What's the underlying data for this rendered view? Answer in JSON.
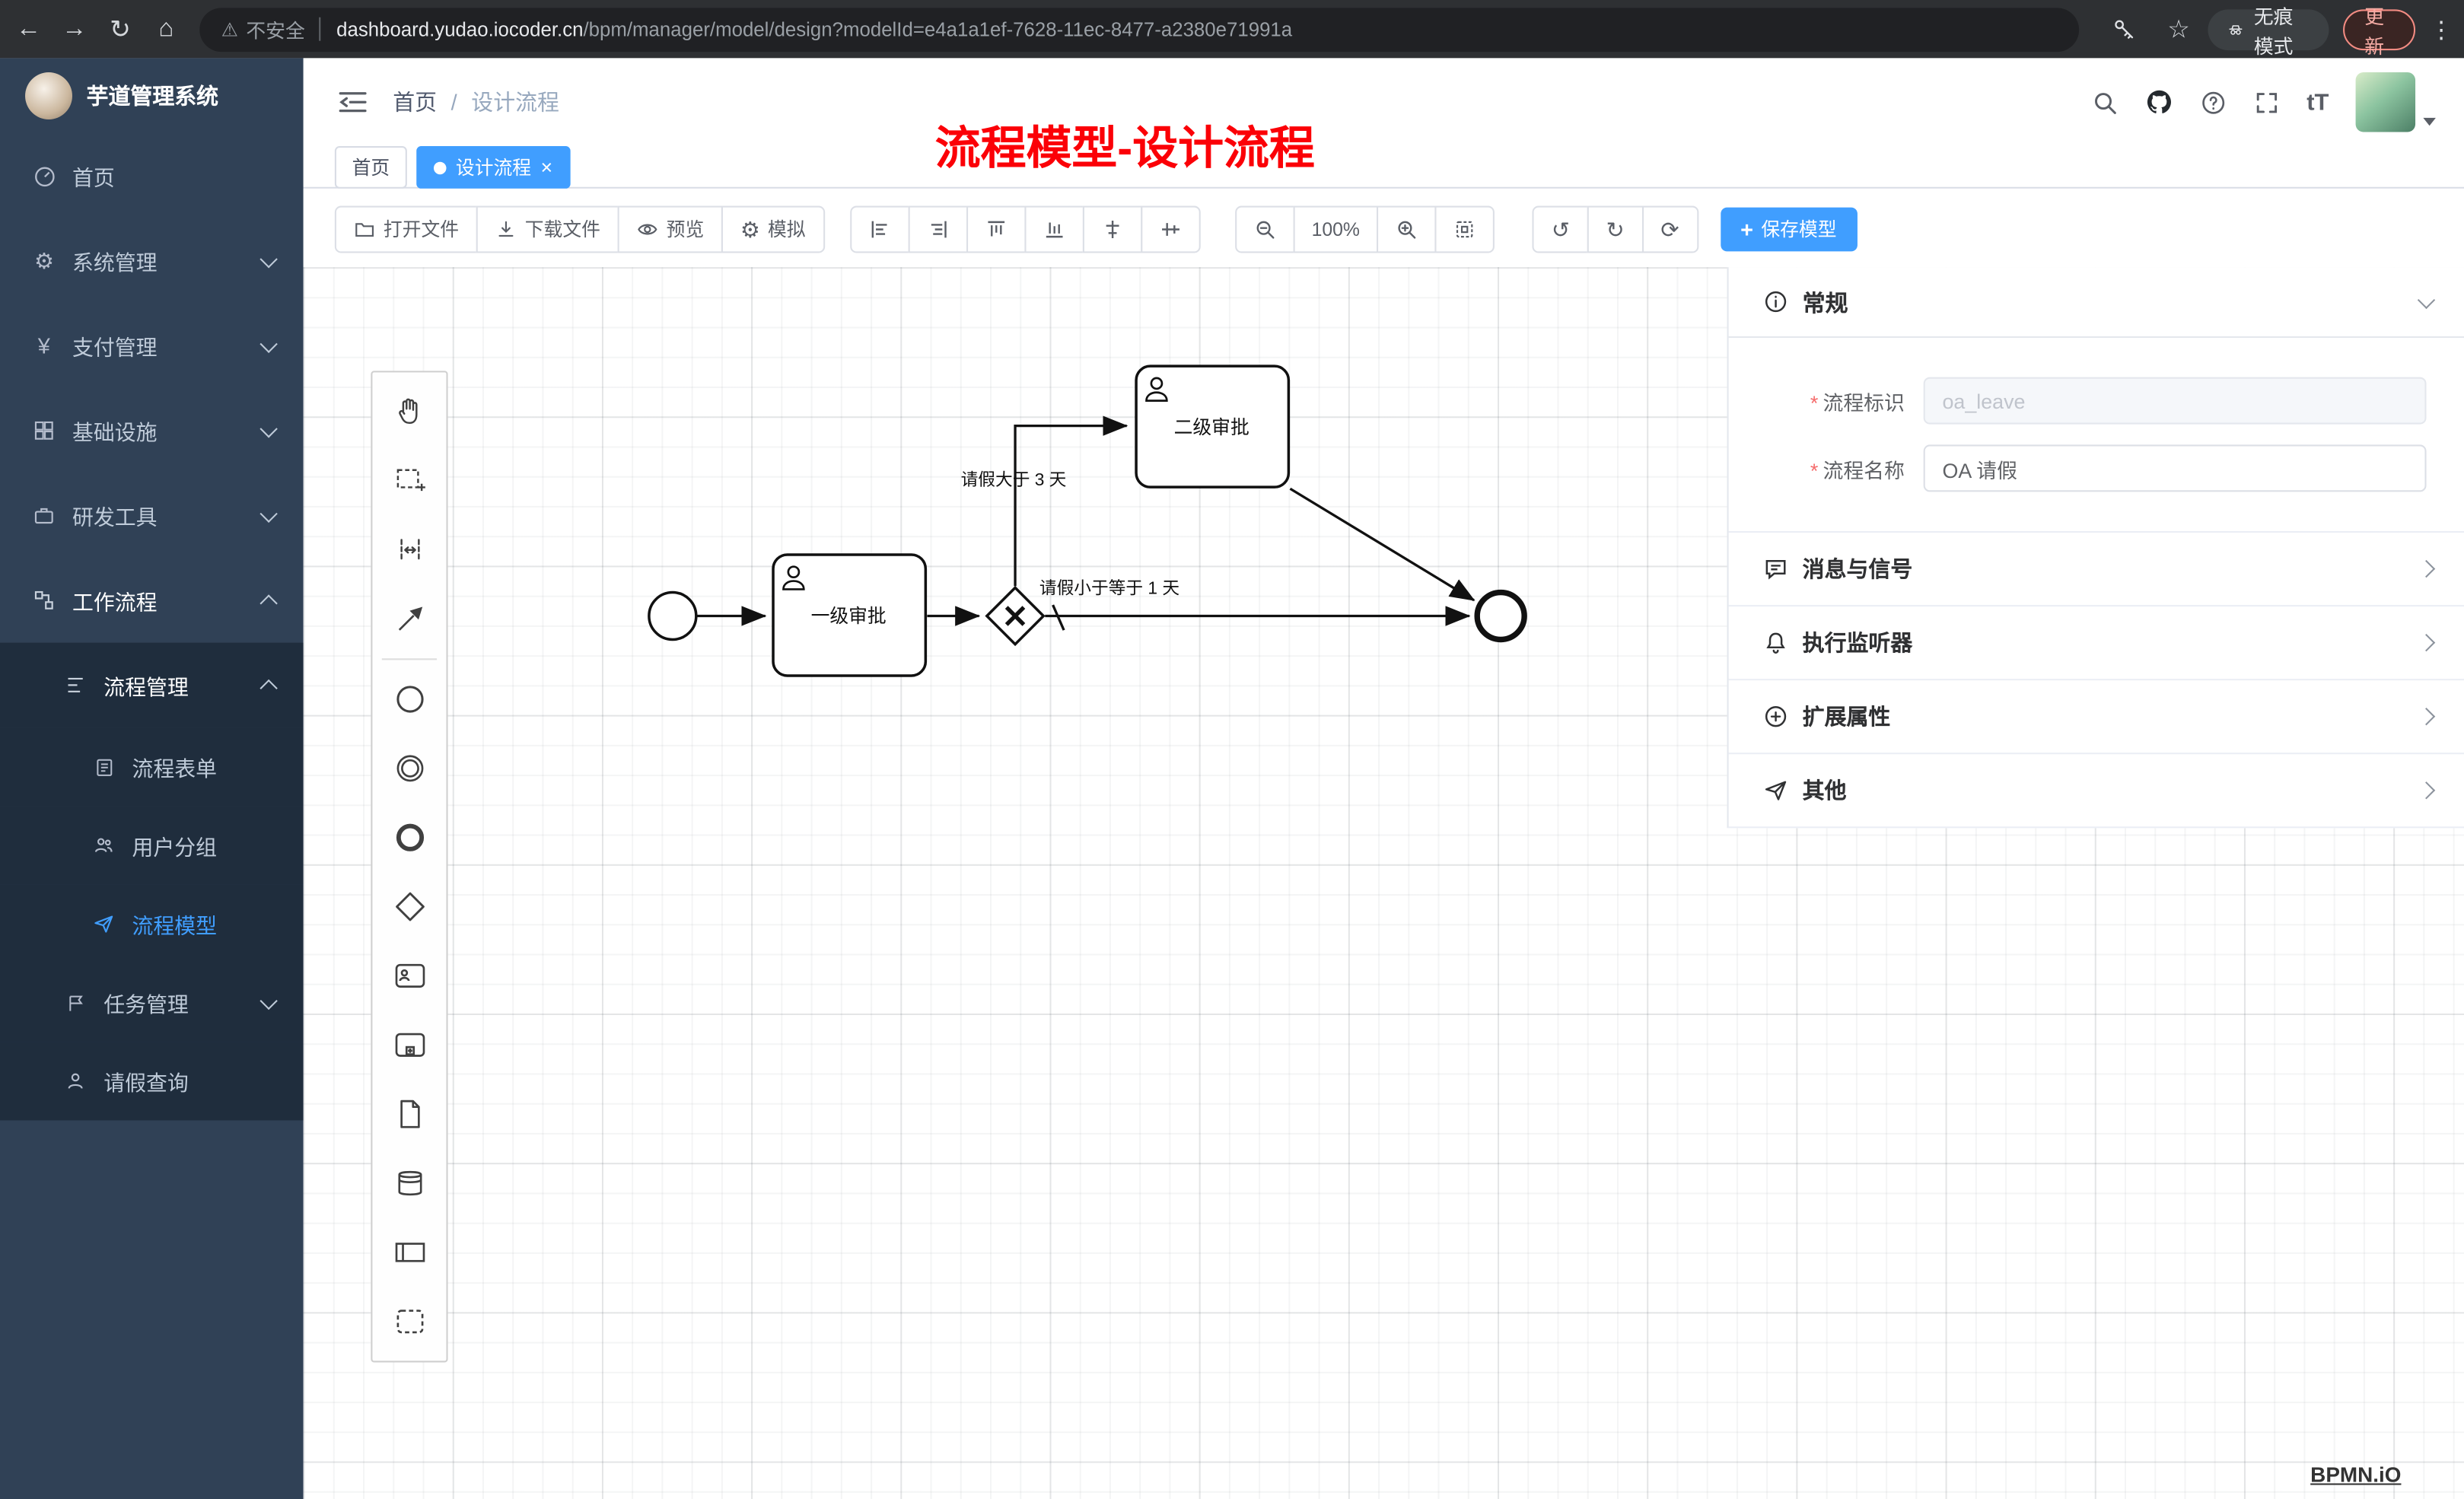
{
  "browser": {
    "not_secure": "不安全",
    "url_host": "dashboard.yudao.iocoder.cn",
    "url_path": "/bpm/manager/model/design?modelId=e4a1a1ef-7628-11ec-8477-a2380e71991a",
    "incognito": "无痕模式",
    "update": "更新"
  },
  "icons": {
    "back": "←",
    "forward": "→",
    "reload": "↻",
    "home": "⌂",
    "warning": "⚠",
    "star": "☆",
    "menu_dots": "⋮",
    "gear": "⚙",
    "yen": "¥",
    "undo": "↺",
    "redo": "↻",
    "refresh": "⟳"
  },
  "sidebar": {
    "title": "芋道管理系统",
    "items": [
      {
        "label": "首页"
      },
      {
        "label": "系统管理"
      },
      {
        "label": "支付管理"
      },
      {
        "label": "基础设施"
      },
      {
        "label": "研发工具"
      },
      {
        "label": "工作流程"
      },
      {
        "label": "流程管理"
      },
      {
        "label": "流程表单"
      },
      {
        "label": "用户分组"
      },
      {
        "label": "流程模型"
      },
      {
        "label": "任务管理"
      },
      {
        "label": "请假查询"
      }
    ]
  },
  "header": {
    "breadcrumb_home": "首页",
    "breadcrumb_sep": "/",
    "breadcrumb_current": "设计流程",
    "overlay_title": "流程模型-设计流程",
    "font_icon": "tT"
  },
  "tabs": {
    "home": "首页",
    "active": "设计流程",
    "close": "×"
  },
  "toolbar": {
    "open": "打开文件",
    "download": "下载文件",
    "preview": "预览",
    "simulate": "模拟",
    "zoom_level": "100%",
    "save_plus": "+",
    "save": "保存模型"
  },
  "canvas": {
    "task1": "一级审批",
    "task2": "二级审批",
    "flow_gt": "请假大于 3 天",
    "flow_le": "请假小于等于 1 天",
    "watermark": "BPMN.iO"
  },
  "panel": {
    "required_mark": "*",
    "general": "常规",
    "field_key_label": "流程标识",
    "field_key_value": "oa_leave",
    "field_name_label": "流程名称",
    "field_name_value": "OA 请假",
    "sections": [
      {
        "label": "消息与信号"
      },
      {
        "label": "执行监听器"
      },
      {
        "label": "扩展属性"
      },
      {
        "label": "其他"
      }
    ]
  }
}
